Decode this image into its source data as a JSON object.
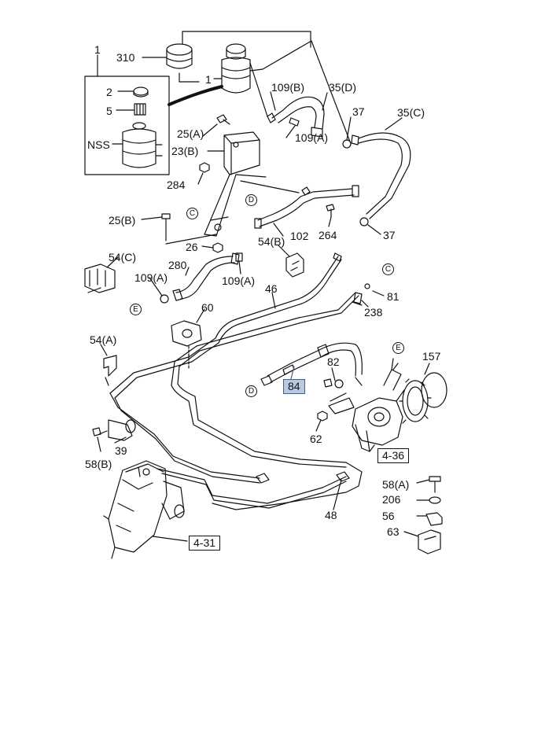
{
  "callouts": {
    "c310": "310",
    "c1a": "1",
    "c1b": "1",
    "c2": "2",
    "c5": "5",
    "cNSS": "NSS",
    "c109B": "109(B)",
    "c35D": "35(D)",
    "c37a": "37",
    "c35C": "35(C)",
    "c25A": "25(A)",
    "c109Aa": "109(A)",
    "c23B": "23(B)",
    "c284": "284",
    "c25B": "25(B)",
    "c26": "26",
    "c102": "102",
    "c264": "264",
    "c37b": "37",
    "c54B": "54(B)",
    "c54C": "54(C)",
    "c280": "280",
    "c109Ab": "109(A)",
    "c109Ac": "109(A)",
    "c81": "81",
    "c238": "238",
    "c46": "46",
    "c60": "60",
    "c54A": "54(A)",
    "c157": "157",
    "c82": "82",
    "c84": "84",
    "c62": "62",
    "c39": "39",
    "c58B": "58(B)",
    "c58A": "58(A)",
    "c206": "206",
    "c56": "56",
    "c63": "63",
    "c48": "48"
  },
  "references": {
    "r436": "4-36",
    "r431": "4-31"
  },
  "connectors": {
    "cC1": "C",
    "cD1": "D",
    "cC2": "C",
    "cE1": "E",
    "cE2": "E",
    "cD2": "D"
  }
}
